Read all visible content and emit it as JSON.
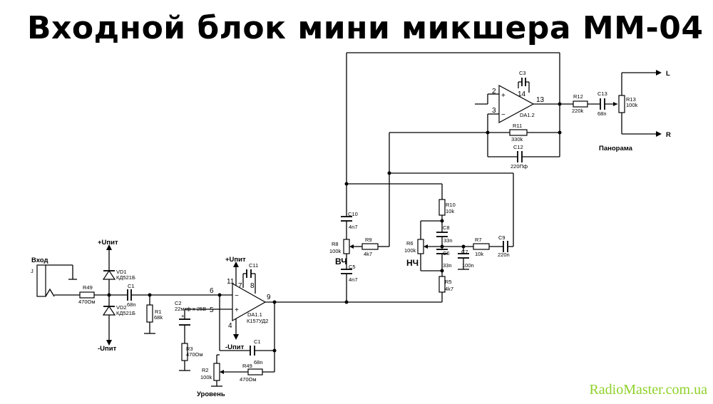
{
  "title": "Входной блок мини микшера ММ-04",
  "watermark": "RadioMaster.com.ua",
  "labels": {
    "vhod": "Вход",
    "j": "J",
    "upit_pos": "+Uпит",
    "upit_neg": "-Uпит",
    "uroven": "Уровень",
    "vch": "ВЧ",
    "nch": "НЧ",
    "panorama": "Панорама",
    "out_l": "L",
    "out_r": "R"
  },
  "components": {
    "r49a": {
      "name": "R49",
      "value": "470Ом"
    },
    "vd1": {
      "name": "VD1",
      "value": "КД521Б"
    },
    "vd2": {
      "name": "VD2",
      "value": "КД521Б"
    },
    "c1a": {
      "name": "C1",
      "value": "68n"
    },
    "r1": {
      "name": "R1",
      "value": "68k"
    },
    "c2": {
      "name": "C2",
      "value": "22мкф x 25B"
    },
    "r3": {
      "name": "R3",
      "value": "470Ом"
    },
    "r2": {
      "name": "R2",
      "value": "100k"
    },
    "r49b": {
      "name": "R49",
      "value": "470Ом"
    },
    "c1b": {
      "name": "C1",
      "value": "68n"
    },
    "c11": {
      "name": "C11"
    },
    "da11": {
      "name": "DA1.1",
      "value": "К157УД2",
      "pins": {
        "inv": "6",
        "noninv": "5",
        "out": "9",
        "vpos": "11",
        "p7": "7",
        "p8": "8",
        "vneg": "4"
      }
    },
    "c10": {
      "name": "C10",
      "value": "4n7"
    },
    "r8": {
      "name": "R8",
      "value": "100k"
    },
    "c5": {
      "name": "C5",
      "value": "4n7"
    },
    "r9": {
      "name": "R9",
      "value": "4k7"
    },
    "r10": {
      "name": "R10",
      "value": "10k"
    },
    "c8": {
      "name": "C8",
      "value": "33n"
    },
    "r6": {
      "name": "R6",
      "value": "100k"
    },
    "c6": {
      "name": "C6",
      "value": "33n"
    },
    "c7": {
      "name": "C7",
      "value": "100n"
    },
    "r5": {
      "name": "R5",
      "value": "4k7"
    },
    "r7": {
      "name": "R7",
      "value": "10k"
    },
    "c9": {
      "name": "C9",
      "value": "220n"
    },
    "c3": {
      "name": "C3"
    },
    "da12": {
      "name": "DA1.2",
      "pins": {
        "noninv": "2",
        "inv": "3",
        "p14": "14",
        "out": "13"
      }
    },
    "r11": {
      "name": "R11",
      "value": "330k"
    },
    "c12": {
      "name": "C12",
      "value": "220Пф"
    },
    "r12": {
      "name": "R12",
      "value": "220k"
    },
    "c13": {
      "name": "C13",
      "value": "68n"
    },
    "r13": {
      "name": "R13",
      "value": "100k"
    }
  }
}
